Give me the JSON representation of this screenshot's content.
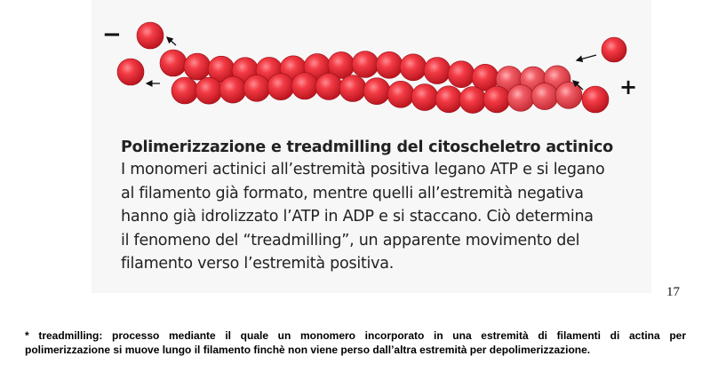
{
  "figure": {
    "minus_label": "−",
    "plus_label": "+",
    "colors": {
      "adp_monomer": "#e8323c",
      "atp_monomer": "#e02a34",
      "highlight": "#ff9aa0",
      "panel": "#f7f7f7"
    },
    "icons": [
      "arrow-icon"
    ]
  },
  "caption": {
    "title": "Polimerizzazione e treadmilling del citoscheletro actinico",
    "lines": [
      "I monomeri actinici all’estremità positiva legano ATP e si legano",
      "al filamento già formato, mentre quelli all’estremità negativa",
      "hanno già idrolizzato l’ATP in ADP e si staccano. Ciò determina",
      "il fenomeno del “treadmilling”, un apparente movimento del",
      "filamento verso l’estremità positiva."
    ]
  },
  "page_number": "17",
  "footnote": {
    "line1": "* treadmilling: processo mediante il quale un monomero incorporato in una estremità di filamenti di actina per",
    "line2": "polimerizzazione si muove lungo il filamento finchè non viene perso dall’altra estremità per depolimerizzazione."
  }
}
